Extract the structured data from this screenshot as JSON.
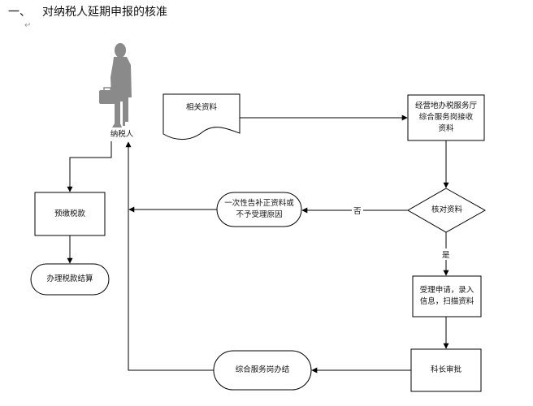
{
  "heading": {
    "number": "一、",
    "title": "对纳税人延期申报的核准",
    "paragraph_mark": "↵"
  },
  "colors": {
    "line": "#000000",
    "person_silhouette": "#8a8a8a",
    "background": "#ffffff"
  },
  "actor": {
    "label": "纳税人",
    "icon": "businessman-silhouette-icon"
  },
  "nodes": {
    "documents": {
      "shape": "document",
      "label": "相关资料"
    },
    "receive": {
      "shape": "process",
      "label": "经营地办税服务厅\n综合服务岗接收\n资料"
    },
    "verify": {
      "shape": "decision",
      "label": "核对资料"
    },
    "reject": {
      "shape": "terminator",
      "label": "一次性告补正资料或\n不予受理原因"
    },
    "accept": {
      "shape": "process",
      "label": "受理申请，录入\n信息，扫描资料"
    },
    "approve": {
      "shape": "process",
      "label": "科长审批"
    },
    "complete": {
      "shape": "terminator",
      "label": "综合服务岗办结"
    },
    "prepay": {
      "shape": "process",
      "label": "预缴税款"
    },
    "settle": {
      "shape": "terminator",
      "label": "办理税款结算"
    }
  },
  "edges": {
    "no_label": "否",
    "yes_label": "是"
  }
}
